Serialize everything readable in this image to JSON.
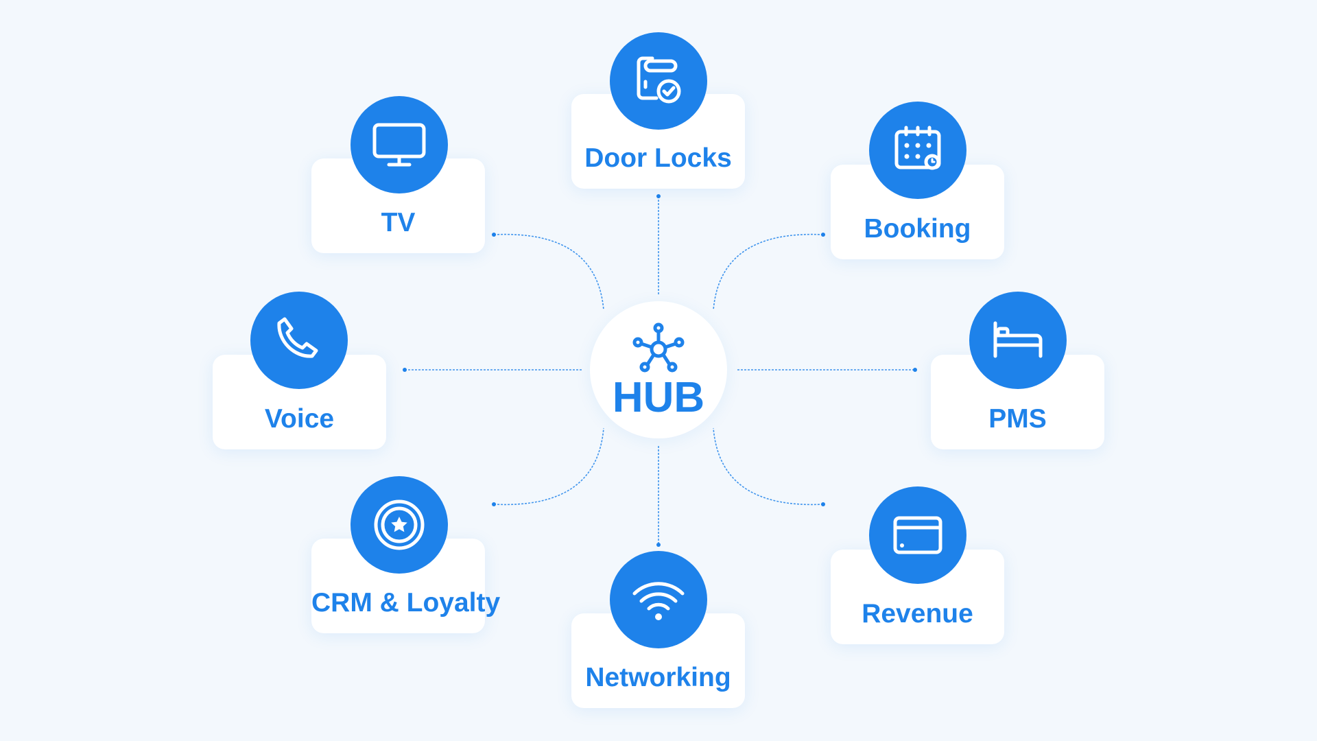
{
  "hub": {
    "label": "HUB",
    "icon": "network-hub-icon"
  },
  "nodes": [
    {
      "label": "Door Locks",
      "icon": "door-lock-check-icon"
    },
    {
      "label": "TV",
      "icon": "monitor-icon"
    },
    {
      "label": "Booking",
      "icon": "calendar-icon"
    },
    {
      "label": "Voice",
      "icon": "phone-icon"
    },
    {
      "label": "PMS",
      "icon": "bed-icon"
    },
    {
      "label": "CRM & Loyalty",
      "icon": "star-badge-icon"
    },
    {
      "label": "Networking",
      "icon": "wifi-icon"
    },
    {
      "label": "Revenue",
      "icon": "credit-card-icon"
    }
  ],
  "colors": {
    "accent": "#1e82ea",
    "background": "#f3f8fd",
    "card": "#ffffff"
  }
}
